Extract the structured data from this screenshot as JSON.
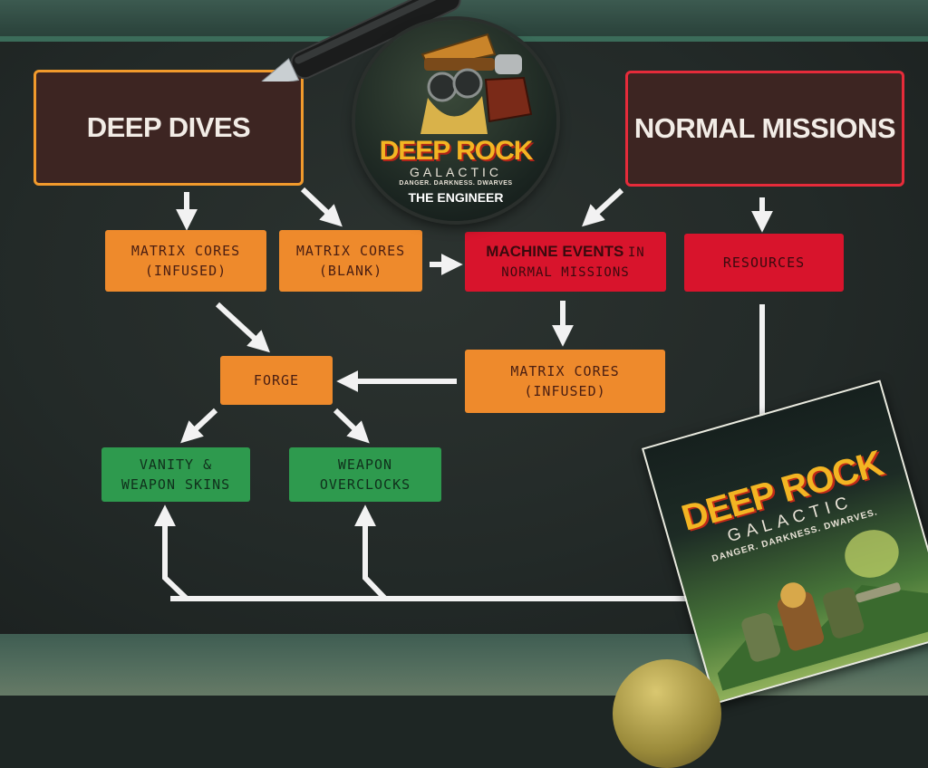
{
  "top_boxes": {
    "deep_dives": "DEEP DIVES",
    "normal_missions": "NORMAL MISSIONS"
  },
  "nodes": {
    "matrix_infused_1": [
      "MATRIX CORES",
      "(INFUSED)"
    ],
    "matrix_blank": [
      "MATRIX CORES",
      "(BLANK)"
    ],
    "machine_events": {
      "bold": "MACHINE EVENTS",
      "tail": "IN",
      "line2": "NORMAL MISSIONS"
    },
    "resources": "RESOURCES",
    "forge": "FORGE",
    "matrix_infused_2": [
      "MATRIX CORES",
      "(INFUSED)"
    ],
    "vanity": [
      "VANITY &",
      "WEAPON SKINS"
    ],
    "overclocks": [
      "WEAPON",
      "OVERCLOCKS"
    ]
  },
  "badge": {
    "logo_line1": "DEEP ROCK",
    "logo_line2": "GALACTIC",
    "tagline": "DANGER. DARKNESS. DWARVES",
    "subtitle": "THE ENGINEER"
  },
  "card": {
    "logo_line1": "DEEP ROCK",
    "logo_line2": "GALACTIC",
    "tagline": "DANGER. DARKNESS. DWARVES."
  },
  "colors": {
    "orange": "#ee8a2c",
    "red": "#d8142c",
    "green": "#2e9a4e",
    "deep_dives_border": "#f19a2c",
    "normal_missions_border": "#e62b3a",
    "arrow": "#f2f2f2"
  }
}
